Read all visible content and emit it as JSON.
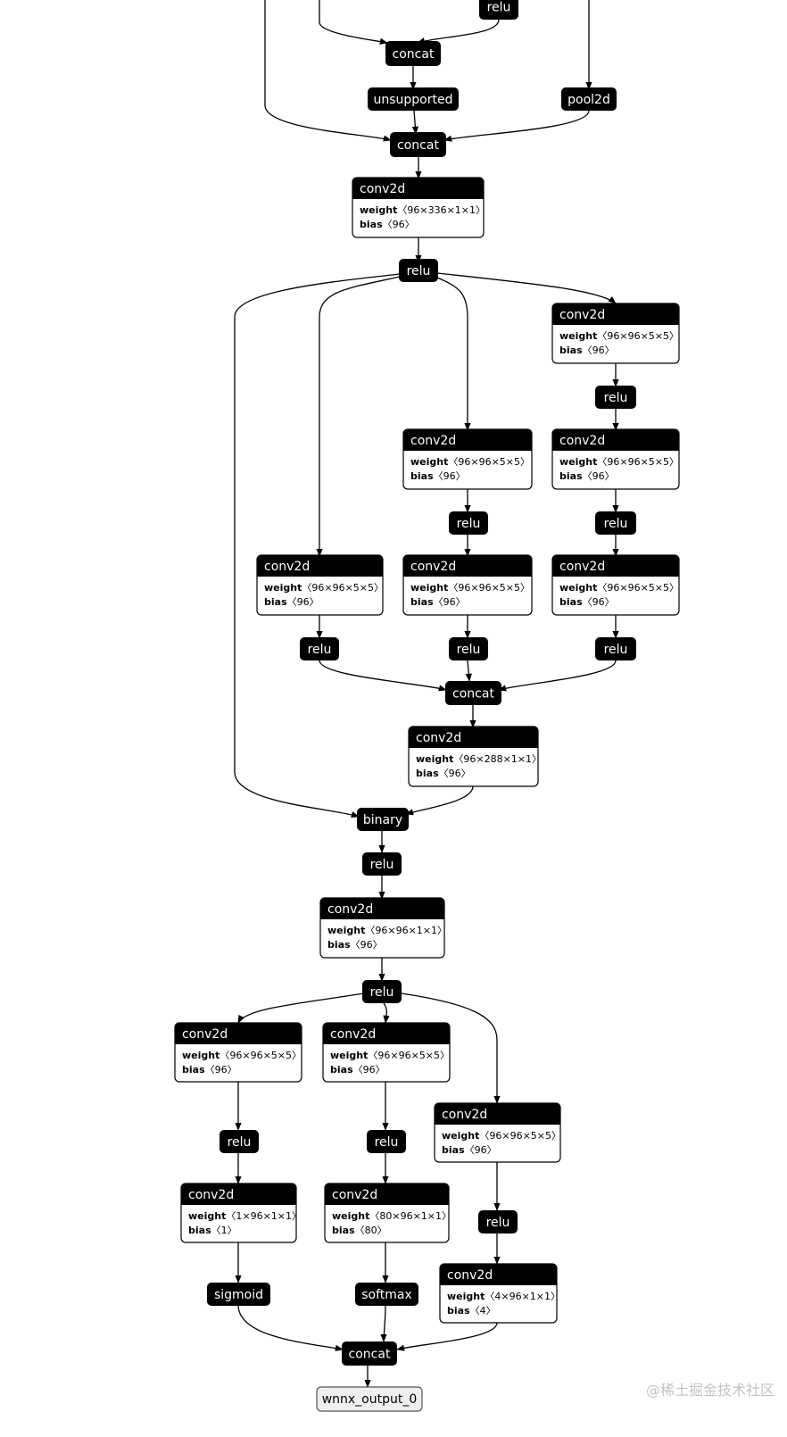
{
  "graph": {
    "nodes": [
      {
        "id": "relu_top",
        "op": "relu"
      },
      {
        "id": "concat_a",
        "op": "concat"
      },
      {
        "id": "unsupported_1",
        "op": "unsupported"
      },
      {
        "id": "pool2d_1",
        "op": "pool2d"
      },
      {
        "id": "concat_b",
        "op": "concat"
      },
      {
        "id": "conv_a",
        "op": "conv2d",
        "weight": "〈96×336×1×1〉",
        "bias": "〈96〉"
      },
      {
        "id": "relu_a",
        "op": "relu"
      },
      {
        "id": "conv_r1",
        "op": "conv2d",
        "weight": "〈96×96×5×5〉",
        "bias": "〈96〉"
      },
      {
        "id": "relu_r1",
        "op": "relu"
      },
      {
        "id": "conv_m1",
        "op": "conv2d",
        "weight": "〈96×96×5×5〉",
        "bias": "〈96〉"
      },
      {
        "id": "conv_r2",
        "op": "conv2d",
        "weight": "〈96×96×5×5〉",
        "bias": "〈96〉"
      },
      {
        "id": "relu_m1",
        "op": "relu"
      },
      {
        "id": "relu_r2",
        "op": "relu"
      },
      {
        "id": "conv_l1",
        "op": "conv2d",
        "weight": "〈96×96×5×5〉",
        "bias": "〈96〉"
      },
      {
        "id": "conv_m2",
        "op": "conv2d",
        "weight": "〈96×96×5×5〉",
        "bias": "〈96〉"
      },
      {
        "id": "conv_r3",
        "op": "conv2d",
        "weight": "〈96×96×5×5〉",
        "bias": "〈96〉"
      },
      {
        "id": "relu_l2",
        "op": "relu"
      },
      {
        "id": "relu_m2",
        "op": "relu"
      },
      {
        "id": "relu_r3",
        "op": "relu"
      },
      {
        "id": "concat_c",
        "op": "concat"
      },
      {
        "id": "conv_b",
        "op": "conv2d",
        "weight": "〈96×288×1×1〉",
        "bias": "〈96〉"
      },
      {
        "id": "binary_1",
        "op": "binary"
      },
      {
        "id": "relu_b",
        "op": "relu"
      },
      {
        "id": "conv_c",
        "op": "conv2d",
        "weight": "〈96×96×1×1〉",
        "bias": "〈96〉"
      },
      {
        "id": "relu_c",
        "op": "relu"
      },
      {
        "id": "conv_h1",
        "op": "conv2d",
        "weight": "〈96×96×5×5〉",
        "bias": "〈96〉"
      },
      {
        "id": "conv_h2",
        "op": "conv2d",
        "weight": "〈96×96×5×5〉",
        "bias": "〈96〉"
      },
      {
        "id": "conv_h3",
        "op": "conv2d",
        "weight": "〈96×96×5×5〉",
        "bias": "〈96〉"
      },
      {
        "id": "relu_h1",
        "op": "relu"
      },
      {
        "id": "relu_h2",
        "op": "relu"
      },
      {
        "id": "relu_h3",
        "op": "relu"
      },
      {
        "id": "conv_o1",
        "op": "conv2d",
        "weight": "〈1×96×1×1〉",
        "bias": "〈1〉"
      },
      {
        "id": "conv_o2",
        "op": "conv2d",
        "weight": "〈80×96×1×1〉",
        "bias": "〈80〉"
      },
      {
        "id": "conv_o3",
        "op": "conv2d",
        "weight": "〈4×96×1×1〉",
        "bias": "〈4〉"
      },
      {
        "id": "sigmoid_1",
        "op": "sigmoid"
      },
      {
        "id": "softmax_1",
        "op": "softmax"
      },
      {
        "id": "concat_out",
        "op": "concat"
      },
      {
        "id": "output",
        "op": "wnnx_output_0"
      }
    ],
    "edges": [
      [
        "relu_top",
        "concat_a"
      ],
      [
        "concat_a",
        "unsupported_1"
      ],
      [
        "unsupported_1",
        "concat_b"
      ],
      [
        "pool2d_1",
        "concat_b"
      ],
      [
        "concat_b",
        "conv_a"
      ],
      [
        "conv_a",
        "relu_a"
      ],
      [
        "relu_a",
        "binary_1"
      ],
      [
        "relu_a",
        "conv_l1"
      ],
      [
        "relu_a",
        "conv_m1"
      ],
      [
        "relu_a",
        "conv_r1"
      ],
      [
        "conv_r1",
        "relu_r1"
      ],
      [
        "relu_r1",
        "conv_r2"
      ],
      [
        "conv_r2",
        "relu_r2"
      ],
      [
        "relu_r2",
        "conv_r3"
      ],
      [
        "conv_m1",
        "relu_m1"
      ],
      [
        "relu_m1",
        "conv_m2"
      ],
      [
        "conv_l1",
        "relu_l2"
      ],
      [
        "conv_m2",
        "relu_m2"
      ],
      [
        "conv_r3",
        "relu_r3"
      ],
      [
        "relu_l2",
        "concat_c"
      ],
      [
        "relu_m2",
        "concat_c"
      ],
      [
        "relu_r3",
        "concat_c"
      ],
      [
        "concat_c",
        "conv_b"
      ],
      [
        "conv_b",
        "binary_1"
      ],
      [
        "binary_1",
        "relu_b"
      ],
      [
        "relu_b",
        "conv_c"
      ],
      [
        "conv_c",
        "relu_c"
      ],
      [
        "relu_c",
        "conv_h1"
      ],
      [
        "relu_c",
        "conv_h2"
      ],
      [
        "relu_c",
        "conv_h3"
      ],
      [
        "conv_h1",
        "relu_h1"
      ],
      [
        "conv_h2",
        "relu_h2"
      ],
      [
        "conv_h3",
        "relu_h3"
      ],
      [
        "relu_h1",
        "conv_o1"
      ],
      [
        "relu_h2",
        "conv_o2"
      ],
      [
        "relu_h3",
        "conv_o3"
      ],
      [
        "conv_o1",
        "sigmoid_1"
      ],
      [
        "conv_o2",
        "softmax_1"
      ],
      [
        "sigmoid_1",
        "concat_out"
      ],
      [
        "softmax_1",
        "concat_out"
      ],
      [
        "conv_o3",
        "concat_out"
      ],
      [
        "concat_out",
        "output"
      ]
    ],
    "labels": {
      "weight": "weight",
      "bias": "bias"
    }
  },
  "watermark": "@稀土掘金技术社区"
}
